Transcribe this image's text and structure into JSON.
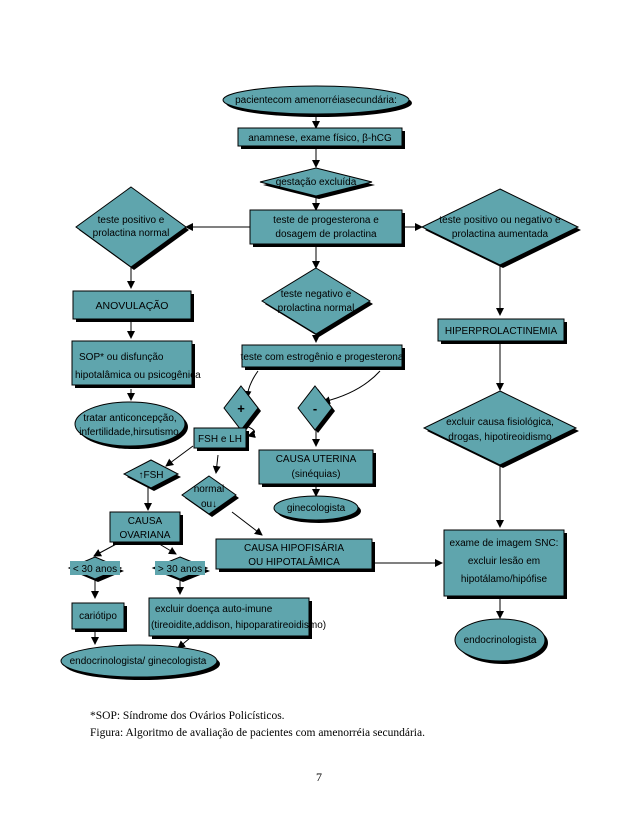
{
  "diagram": {
    "colors": {
      "fill": "#5FA5AD",
      "shadow": "#000000",
      "stroke": "#000000"
    },
    "nodes": {
      "start": "pacientecom amenorréiasecundária:",
      "anamnese": "anamnese, exame físico, β-hCG",
      "gestacao": "gestação excluída",
      "progesterona_l1": "teste de progesterona e",
      "progesterona_l2": "dosagem de prolactina",
      "positivo_l1": "teste positivo e",
      "positivo_l2": "prolactina normal",
      "prolactina_aum_l1": "teste positivo ou negativo e",
      "prolactina_aum_l2": "prolactina aumentada",
      "negativo_l1": "teste negativo e",
      "negativo_l2": "prolactina normal",
      "anovulacao": "ANOVULAÇÃO",
      "hiperprolactinemia": "HIPERPROLACTINEMIA",
      "sop_l1": "SOP* ou disfunção",
      "sop_l2": "hipotalâmica ou psicogênica",
      "estrogenio": "teste com estrogênio e progesterona",
      "tratar_l1": "tratar anticoncepção,",
      "tratar_l2": "infertilidade,hirsutismo",
      "plus": "+",
      "minus": "-",
      "fsh_lh": "FSH e LH",
      "excluir_l1": "excluir causa fisiológica,",
      "excluir_l2": "drogas, hipotireoidismo",
      "uterina_l1": "CAUSA UTERINA",
      "uterina_l2": "(sinéquias)",
      "fsh_up": "↑FSH",
      "normal_l1": "normal",
      "normal_l2": "ou↓",
      "gineco": "ginecologista",
      "ovariana_l1": "CAUSA",
      "ovariana_l2": "OVARIANA",
      "hipofisaria_l1": "CAUSA HIPOFISÁRIA",
      "hipofisaria_l2": "OU HIPOTALÂMICA",
      "imagem_l1": "exame de imagem SNC:",
      "imagem_l2": "excluir lesão em",
      "imagem_l3": "hipotálamo/hipófise",
      "menos30": "< 30 anos",
      "mais30": "> 30 anos",
      "cariotipo": "cariótipo",
      "autoimune_l1": "excluir doença auto-imune",
      "autoimune_l2": "(tireoidite,addison, hipoparatireoidismo)",
      "endo_gineco": "endocrinologista/ ginecologista",
      "endocrino": "endocrinologista"
    }
  },
  "footnote": {
    "sop": "*SOP: Síndrome dos Ovários Policísticos.",
    "caption": "Figura: Algoritmo de avaliação de pacientes com amenorréia secundária."
  },
  "page_number": "7"
}
